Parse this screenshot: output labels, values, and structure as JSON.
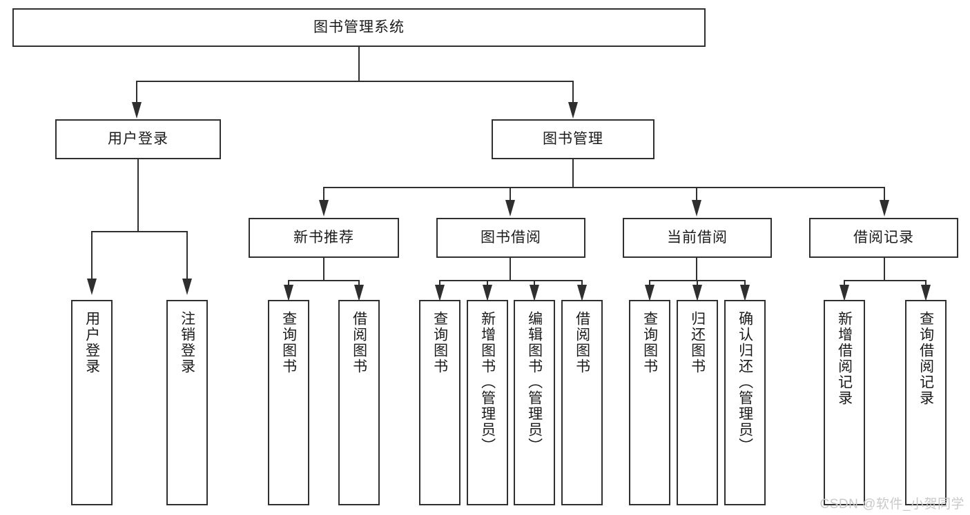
{
  "diagram": {
    "title": "图书管理系统",
    "type": "tree-hierarchy",
    "root": {
      "label": "图书管理系统"
    },
    "level2": [
      {
        "label": "用户登录"
      },
      {
        "label": "图书管理"
      }
    ],
    "level3": [
      {
        "label": "新书推荐"
      },
      {
        "label": "图书借阅"
      },
      {
        "label": "当前借阅"
      },
      {
        "label": "借阅记录"
      }
    ],
    "leaves": {
      "user_login": [
        {
          "label": "用户登录"
        },
        {
          "label": "注销登录"
        }
      ],
      "new_book_recommend": [
        {
          "label": "查询图书"
        },
        {
          "label": "借阅图书"
        }
      ],
      "book_borrow": [
        {
          "label": "查询图书"
        },
        {
          "label": "新增图书（管理员）"
        },
        {
          "label": "编辑图书（管理员）"
        },
        {
          "label": "借阅图书"
        }
      ],
      "current_borrow": [
        {
          "label": "查询图书"
        },
        {
          "label": "归还图书"
        },
        {
          "label": "确认归还（管理员）"
        }
      ],
      "borrow_record": [
        {
          "label": "新增借阅记录"
        },
        {
          "label": "查询借阅记录"
        }
      ]
    }
  },
  "watermark": {
    "text": "CSDN @软件_小贺同学"
  },
  "colors": {
    "stroke": "#2f2f2f",
    "background": "#ffffff",
    "text": "#1b1b1b",
    "watermark": "#c9c9c9"
  }
}
